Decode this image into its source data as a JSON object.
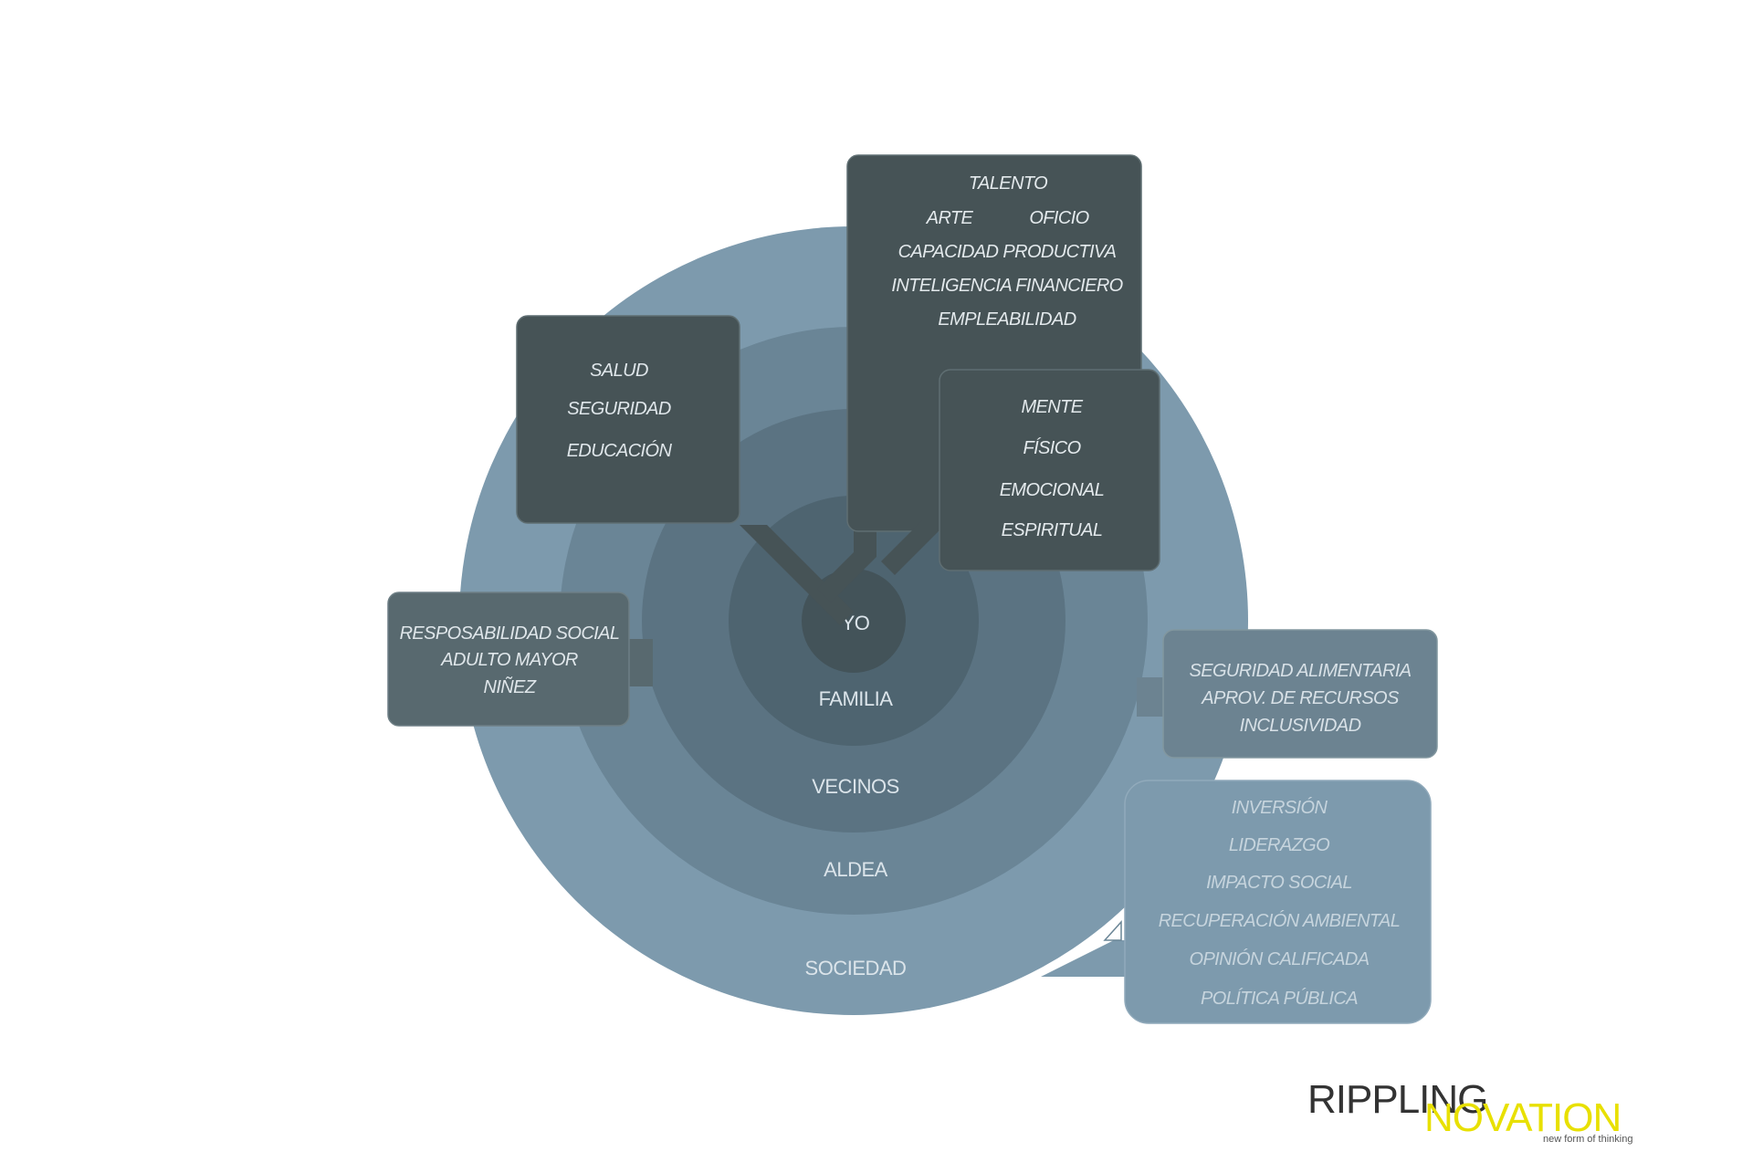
{
  "rings": [
    "YO",
    "FAMILIA",
    "VECINOS",
    "ALDEA",
    "SOCIEDAD"
  ],
  "boxes": {
    "talento": {
      "title": "TALENTO",
      "arte": "ARTE",
      "oficio": "OFICIO",
      "lines": [
        "CAPACIDAD PRODUCTIVA",
        "INTELIGENCIA FINANCIERO",
        "EMPLEABILIDAD"
      ]
    },
    "salud": {
      "lines": [
        "SALUD",
        "SEGURIDAD",
        "EDUCACIÓN"
      ]
    },
    "mente": {
      "lines": [
        "MENTE",
        "FÍSICO",
        "EMOCIONAL",
        "ESPIRITUAL"
      ]
    },
    "social": {
      "lines": [
        "RESPOSABILIDAD SOCIAL",
        "ADULTO MAYOR",
        "NIÑEZ"
      ]
    },
    "seguridad": {
      "lines": [
        "SEGURIDAD ALIMENTARIA",
        "APROV. DE RECURSOS",
        "INCLUSIVIDAD"
      ]
    },
    "inversion": {
      "lines": [
        "INVERSIÓN",
        "LIDERAZGO",
        "IMPACTO SOCIAL",
        "RECUPERACIÓN AMBIENTAL",
        "OPINIÓN CALIFICADA",
        "POLÍTICA PÚBLICA"
      ]
    }
  },
  "logo": {
    "part1": "RIPPLING",
    "part2": "NOVATION",
    "tagline": "new form of thinking"
  },
  "colors": {
    "sociedad": "#7d9aad",
    "aldea": "#6a8596",
    "vecinos": "#5b7382",
    "familia": "#4e6470",
    "yo": "#435359",
    "dark_box": "#465356",
    "mid_box": "#58696f",
    "light_box": "#6c8391",
    "lighter_box": "#7d9aad",
    "logo_gray": "#333333",
    "logo_yellow": "#e8e000"
  }
}
